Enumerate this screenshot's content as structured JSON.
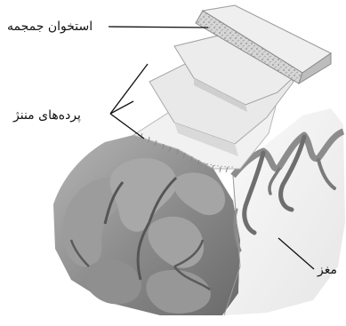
{
  "labels": {
    "skull": "استخوان جمجمه",
    "meninges": "پرده‌های مننژ",
    "brain": "مغز"
  },
  "colors": {
    "skull_layer": "#e2e2e2",
    "skull_texture": "#9a9a9a",
    "meninges_layer": "#ececec",
    "brain_gray": "#8a8a8a",
    "brain_white": "#f2f2f2",
    "leader_line": "#111111"
  }
}
